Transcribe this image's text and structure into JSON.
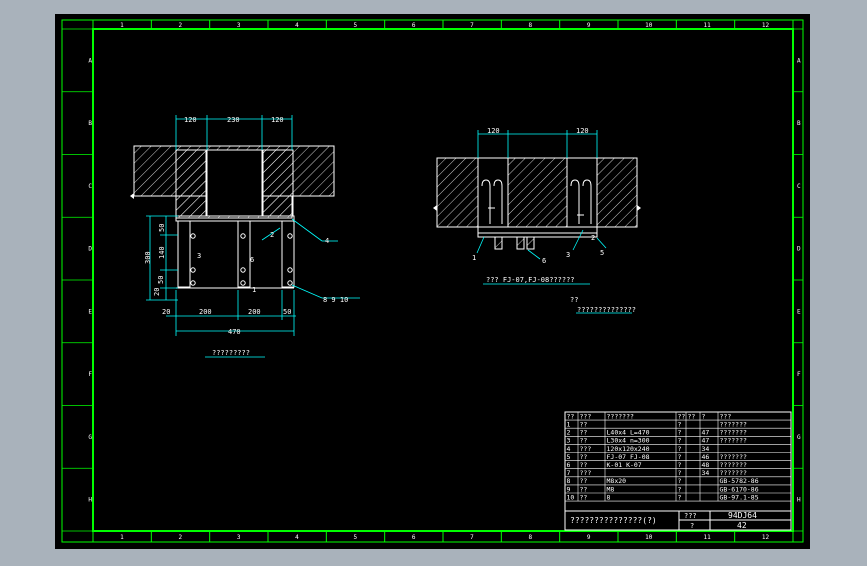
{
  "colors": {
    "canvas_bg": "#a9b2bb",
    "drawing_bg": "#000000",
    "frame": "#00ff00",
    "line": "#ffffff",
    "dim": "#00ffff",
    "text": "#ffffff",
    "hatch": "#ffffff"
  },
  "border": {
    "top_cols": [
      "1",
      "2",
      "3",
      "4",
      "5",
      "6",
      "7",
      "8",
      "9",
      "10",
      "11",
      "12"
    ],
    "bottom_cols": [
      "1",
      "2",
      "3",
      "4",
      "5",
      "6",
      "7",
      "8",
      "9",
      "10",
      "11",
      "12"
    ],
    "rows": [
      "A",
      "B",
      "C",
      "D",
      "E",
      "F",
      "G",
      "H"
    ]
  },
  "left_view": {
    "dims_top": [
      "120",
      "230",
      "120"
    ],
    "dims_left": [
      "50",
      "140",
      "300",
      "50",
      "20"
    ],
    "dims_bottom": [
      "20",
      "200",
      "200",
      "50"
    ],
    "dim_total": "470",
    "callouts": [
      "1",
      "2",
      "3",
      "4",
      "6",
      "8 9 10"
    ],
    "caption": "?????????"
  },
  "right_view": {
    "dims_top": [
      "120",
      "120"
    ],
    "callouts": [
      "1",
      "6",
      "2",
      "3",
      "5"
    ],
    "caption": "??? FJ-07,FJ-08??????",
    "note_title": "??",
    "note_text": "??????????????"
  },
  "table": {
    "headers": [
      "??",
      "???",
      "???????",
      "??",
      "??",
      "?",
      "???"
    ],
    "rows": [
      [
        "1",
        "??",
        "",
        "?",
        "",
        "",
        "???????"
      ],
      [
        "2",
        "??",
        "L40x4  L=470",
        "?",
        "",
        "47",
        "???????"
      ],
      [
        "3",
        "??",
        "L30x4  n=300",
        "?",
        "",
        "47",
        "???????"
      ],
      [
        "4",
        "???",
        "120x120x240",
        "?",
        "",
        "34",
        ""
      ],
      [
        "5",
        "??",
        "FJ-07  FJ-08",
        "?",
        "",
        "46",
        "???????"
      ],
      [
        "6",
        "??",
        "K-01 K-07",
        "?",
        "",
        "48",
        "???????"
      ],
      [
        "7",
        "???",
        "",
        "?",
        "",
        "34",
        "???????"
      ],
      [
        "8",
        "??",
        "M8x20",
        "?",
        "",
        "",
        "GB-5782-86"
      ],
      [
        "9",
        "??",
        "M8",
        "?",
        "",
        "",
        "GB-6170-86"
      ],
      [
        "10",
        "??",
        "8",
        "?",
        "",
        "",
        "GB-97.1-85"
      ]
    ],
    "title_text": "???????????????(?)",
    "code_label": "???",
    "code_value": "94DJ64",
    "page_label": "?",
    "page_value": "42"
  }
}
